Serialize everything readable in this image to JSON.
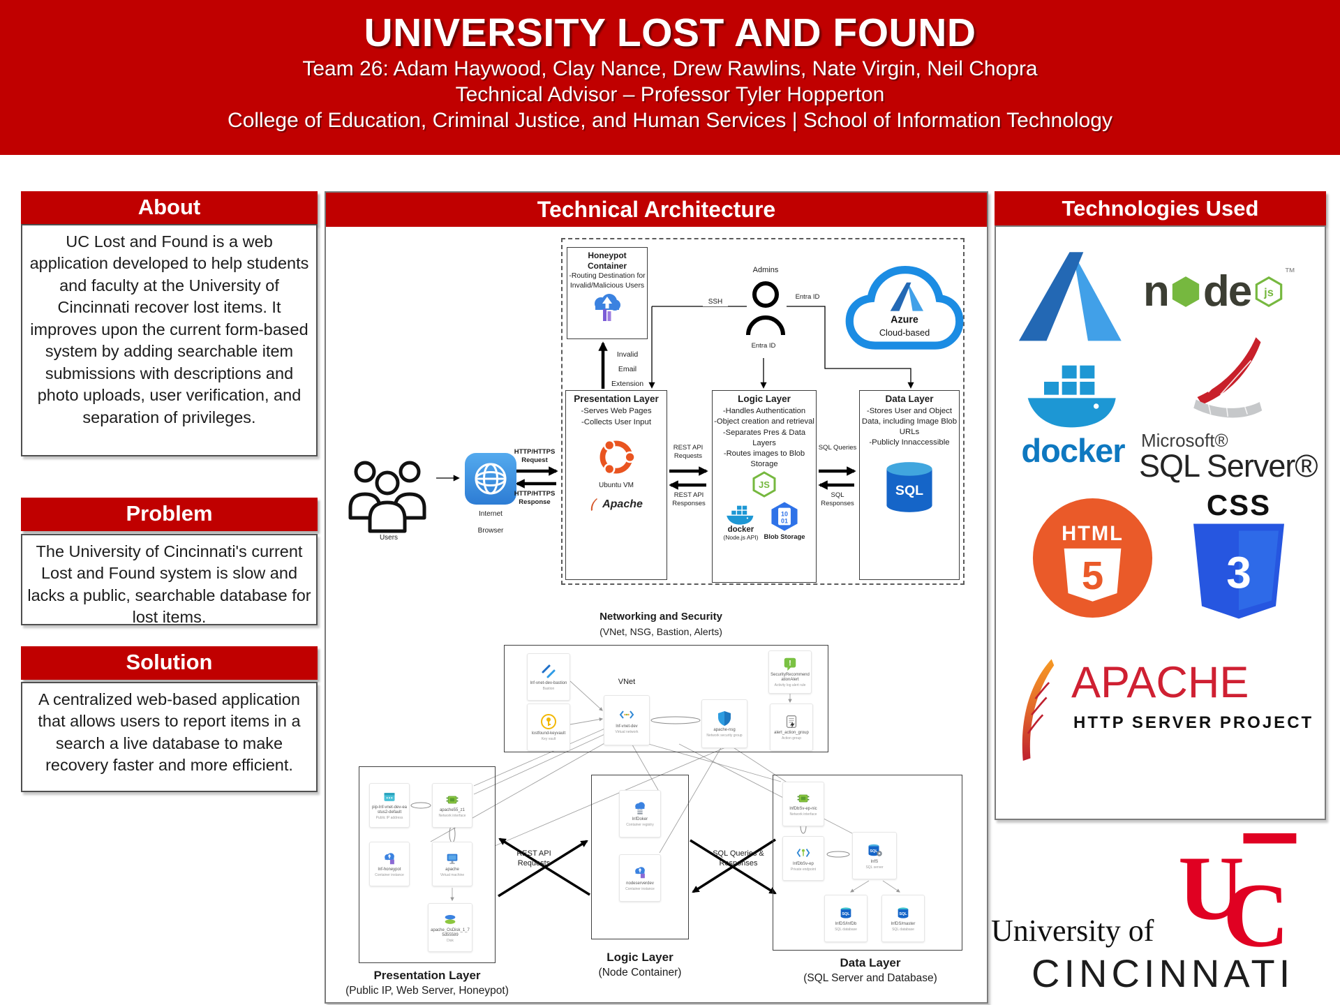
{
  "header": {
    "title": "UNIVERSITY LOST AND FOUND",
    "team": "Team 26: Adam Haywood, Clay Nance, Drew Rawlins, Nate Virgin, Neil Chopra",
    "advisor": "Technical Advisor – Professor Tyler Hopperton",
    "college": "College of Education, Criminal Justice, and Human Services | School of Information Technology"
  },
  "about": {
    "heading": "About",
    "body": "UC Lost and Found is a web application developed to help students and faculty at the University of Cincinnati recover lost items. It improves upon the current form-based system by adding searchable item submissions with descriptions and photo uploads, user verification, and separation of privileges."
  },
  "problem": {
    "heading": "Problem",
    "body": "The University of Cincinnati's current Lost and Found system is slow and lacks a public, searchable database for lost items."
  },
  "solution": {
    "heading": "Solution",
    "body": "A centralized web-based application that allows users to report items in a search a live database to make recovery faster and more efficient."
  },
  "arch": {
    "heading": "Technical Architecture",
    "users_label": "Users",
    "browser_line1": "Internet",
    "browser_line2": "Browser",
    "http_request": "HTTP/HTTPS Request",
    "http_response": "HTTP/HTTPS Response",
    "honeypot_title": "Honeypot Container",
    "honeypot_desc": "-Routing Destination for Invalid/Malicious Users",
    "invalid_email": "Invalid Email Extension",
    "ssh_label": "SSH",
    "admins_label": "Admins",
    "entra_right": "Entra ID",
    "entra_down": "Entra ID",
    "azure_title": "Azure",
    "azure_sub": "Cloud-based",
    "pres_title": "Presentation Layer",
    "pres_bullets": [
      "-Serves Web Pages",
      "-Collects User Input"
    ],
    "ubuntu_label": "Ubuntu VM",
    "apache_label": "Apache",
    "rest_requests": "REST API Requests",
    "rest_responses": "REST API Responses",
    "logic_title": "Logic Layer",
    "logic_bullets": [
      "-Handles Authentication",
      "-Object creation and retrieval",
      "-Separates Pres & Data Layers",
      "-Routes images to Blob Storage"
    ],
    "js_label": "JS",
    "docker_label": "docker",
    "docker_sub": "(Node.js API)",
    "blob_label": "Blob Storage",
    "blob_b1": "10",
    "blob_b2": "01",
    "sql_queries": "SQL Queries",
    "sql_responses": "SQL Responses",
    "data_title": "Data Layer",
    "data_bullets": [
      "-Stores User and Object Data, including Image Blob URLs",
      "-Publicly Innaccessible"
    ],
    "sql_text": "SQL"
  },
  "netsec": {
    "title": "Networking and Security",
    "subtitle": "(VNet, NSG, Bastion, Alerts)",
    "vnet_label": "VNet",
    "cards": [
      {
        "name": "lnf-vnet-dev-bastion",
        "type": "Bastion"
      },
      {
        "name": "lostfound-keyvault",
        "type": "Key vault"
      },
      {
        "name": "lnf-vnet-dev",
        "type": "Virtual network"
      },
      {
        "name": "apache-nsg",
        "type": "Network security group"
      },
      {
        "name": "SecurityRecommendationAlert",
        "type": "Activity log alert rule"
      },
      {
        "name": "alert_action_group",
        "type": "Action group"
      }
    ]
  },
  "dep": {
    "pres_title": "Presentation Layer",
    "pres_sub": "(Public IP, Web Server, Honeypot)",
    "pres_cards": [
      {
        "name": "pip-lnf-vnet-dev-eastus2-default",
        "type": "Public IP address"
      },
      {
        "name": "apache55_z1",
        "type": "Network interface"
      },
      {
        "name": "lnf-honeypot",
        "type": "Container instance"
      },
      {
        "name": "apache",
        "type": "Virtual machine"
      },
      {
        "name": "apache_OsDisk_1_75d55589",
        "type": "Disk"
      }
    ],
    "logic_title": "Logic Layer",
    "logic_sub": "(Node Container)",
    "logic_cards": [
      {
        "name": "lnfDoker",
        "type": "Container registry"
      },
      {
        "name": "nodeserverdev",
        "type": "Container instance"
      }
    ],
    "data_title": "Data Layer",
    "data_sub": "(SQL Server and Database)",
    "data_cards": [
      {
        "name": "lnfDbSv-ep-nic",
        "type": "Network interface"
      },
      {
        "name": "lnfDbSv-ep",
        "type": "Private endpoint"
      },
      {
        "name": "lnfS",
        "type": "SQL server"
      },
      {
        "name": "lnfDS/lnfDb",
        "type": "SQL database"
      },
      {
        "name": "lnfDS/master",
        "type": "SQL database"
      }
    ],
    "rest_label": "REST API Requests",
    "sql_label": "SQL Queries & Responses"
  },
  "tech": {
    "heading": "Technologies Used",
    "node_n": "n",
    "node_de": "de",
    "node_js": "js",
    "node_tm": "™",
    "docker_label": "docker",
    "ms": "Microsoft®",
    "sql_server": "SQL Server®",
    "html_label": "HTML",
    "html_5": "5",
    "css_label": "CSS",
    "css_3": "3",
    "apache_label": "APACHE",
    "apache_sub": "HTTP SERVER PROJECT"
  },
  "uc": {
    "monogram_u": "U",
    "monogram_c": "C",
    "line1": "University of",
    "line2": "CINCINNATI"
  },
  "colors": {
    "poster_red": "#c00000",
    "azure_blue": "#2e82d4",
    "docker_blue": "#0e78c0",
    "node_green": "#76b83f",
    "ubuntu_orange": "#e95420",
    "html_orange": "#ea5a29",
    "css_blue": "#264de4",
    "apache_red": "#cf2032",
    "uc_red": "#e00122"
  }
}
